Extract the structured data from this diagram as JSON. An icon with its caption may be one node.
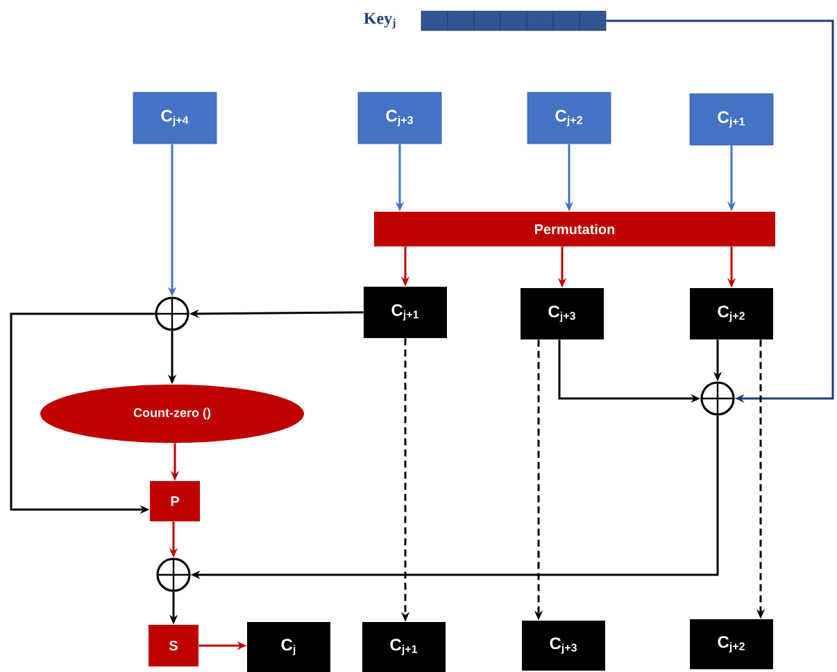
{
  "diagram": {
    "nodes": [
      {
        "text": [],
        "shape": "bar",
        "beside": [
          "Key$_{j}$"
        ]
      },
      {
        "text": [
          "C$_{j+4}$"
        ]
      },
      {
        "text": [
          "C$_{j+3}$"
        ]
      },
      {
        "text": [
          "C$_{j+2}$"
        ]
      },
      {
        "text": [
          "C$_{j+1}$"
        ]
      },
      {
        "text": [
          "Permutation"
        ]
      },
      {
        "text": [
          "C$_{j+1}$"
        ]
      },
      {
        "text": [
          "C$_{j+3}$"
        ]
      },
      {
        "text": [
          "C$_{j+2}$"
        ]
      },
      {
        "text": [],
        "shape": "circle"
      },
      {
        "text": [
          "Count-zero ()"
        ]
      },
      {
        "text": [
          "P"
        ]
      },
      {
        "text": [],
        "shape": "circle"
      },
      {
        "text": [],
        "shape": "circle"
      },
      {
        "text": [
          "S"
        ]
      },
      {
        "text": [
          "C$_{j}$"
        ]
      },
      {
        "text": [
          "C$_{j+1}$"
        ]
      },
      {
        "text": [
          "C$_{j+3}$"
        ]
      },
      {
        "text": [
          "C$_{j+2}$"
        ]
      }
    ],
    "edges": [
      {
        "from": 1,
        "to": 9,
        "arrow": "to",
        "color": "#4472c4"
      },
      {
        "from": 2,
        "to": 5,
        "arrow": "to",
        "color": "#4472c4"
      },
      {
        "from": 3,
        "to": 5,
        "arrow": "to",
        "color": "#4472c4"
      },
      {
        "from": 4,
        "to": 5,
        "arrow": "to",
        "color": "#4472c4"
      },
      {
        "from": 5,
        "to": 6,
        "arrow": "to",
        "color": "#c00000"
      },
      {
        "from": 5,
        "to": 7,
        "arrow": "to",
        "color": "#c00000"
      },
      {
        "from": 5,
        "to": 8,
        "arrow": "to",
        "color": "#c00000"
      },
      {
        "from": 6,
        "to": 9,
        "arrow": "to"
      },
      {
        "from": 9,
        "to": 10,
        "arrow": "to"
      },
      {
        "from": 9,
        "to": 11,
        "arrow": "to"
      },
      {
        "from": 10,
        "to": 11,
        "arrow": "to",
        "color": "#c00000"
      },
      {
        "from": 7,
        "to": 12,
        "arrow": "to"
      },
      {
        "from": 8,
        "to": 12,
        "arrow": "to"
      },
      {
        "from": 0,
        "to": 12,
        "arrow": "to",
        "color": "#1f3d7a"
      },
      {
        "from": 11,
        "to": 13,
        "arrow": "to",
        "color": "#c00000"
      },
      {
        "from": 12,
        "to": 13,
        "arrow": "to"
      },
      {
        "from": 13,
        "to": 14,
        "arrow": "to"
      },
      {
        "from": 14,
        "to": 15,
        "arrow": "to",
        "color": "#c00000"
      },
      {
        "from": 6,
        "to": 16,
        "arrow": "to",
        "style": "dashed"
      },
      {
        "from": 7,
        "to": 17,
        "arrow": "to",
        "style": "dashed"
      },
      {
        "from": 8,
        "to": 18,
        "arrow": "to",
        "style": "dashed"
      }
    ]
  }
}
